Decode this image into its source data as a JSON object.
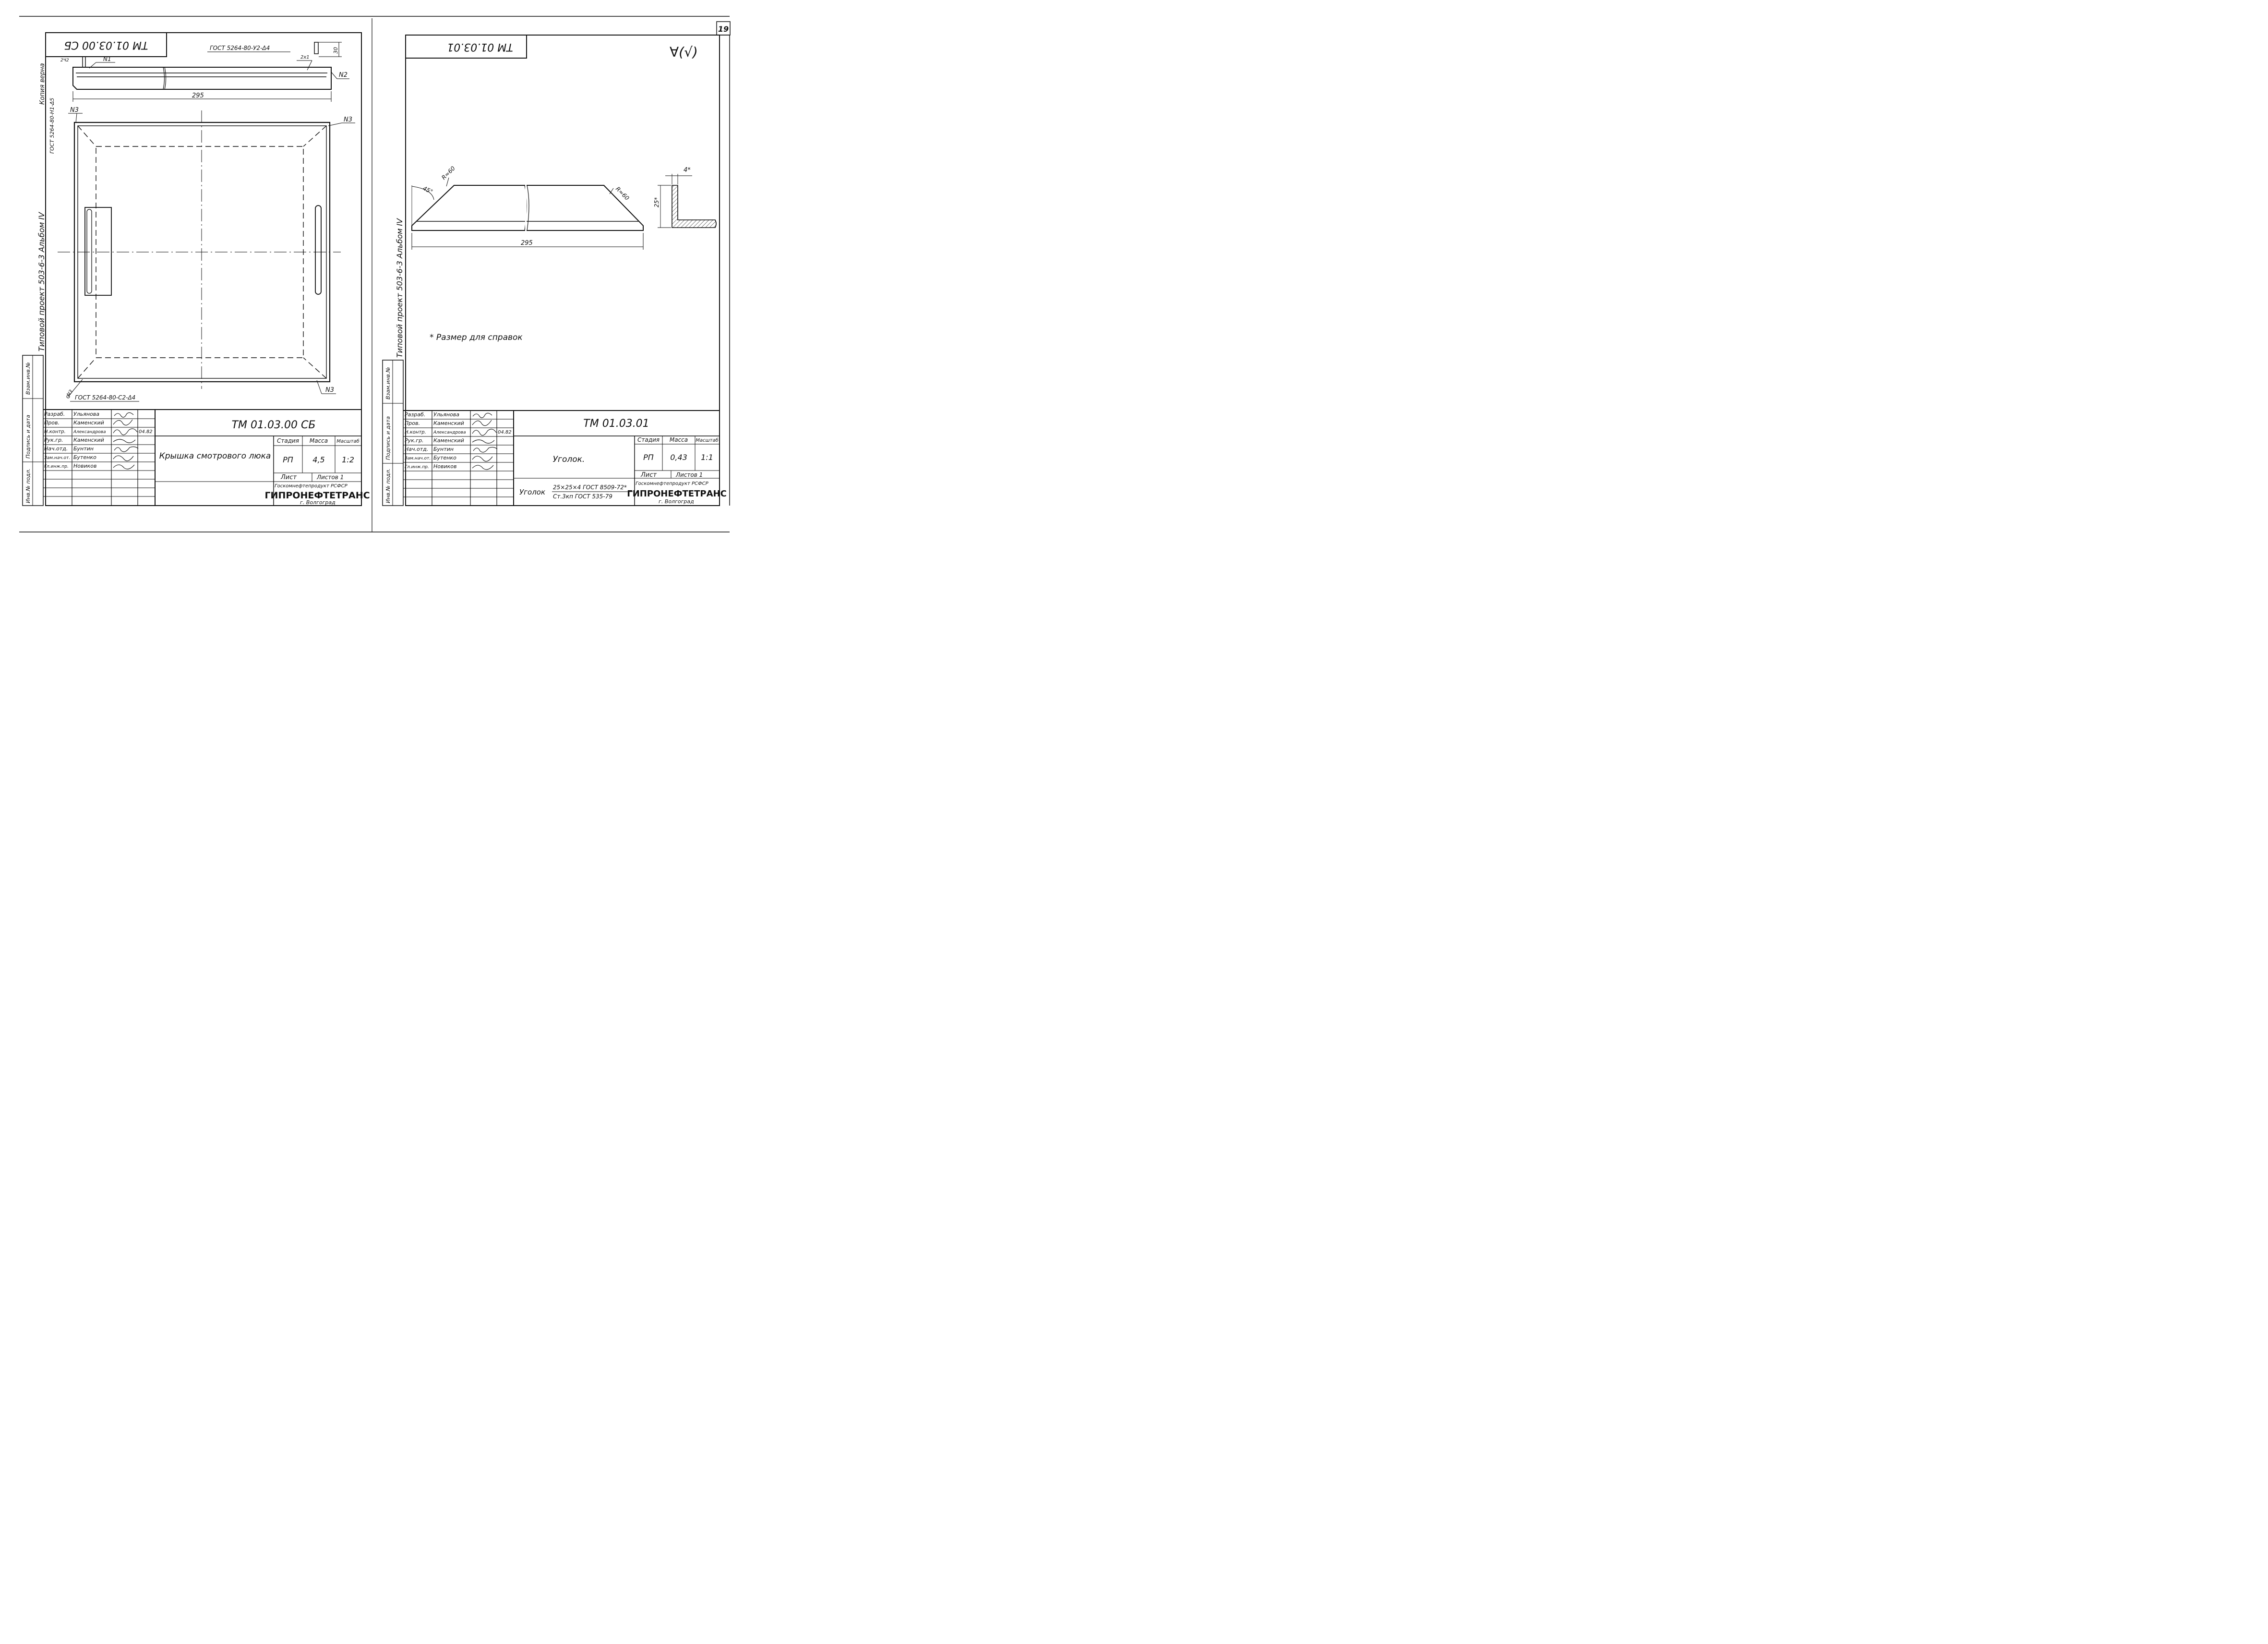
{
  "page_number": "19",
  "left_sheet": {
    "code_top": "ТМ 01.03.00 СБ",
    "weld_top": "ГОСТ 5264-80-У2-Δ4",
    "weld_top_sym": "2x1",
    "weld_left": "ГОСТ 5264-80-Н1-Δ5",
    "weld_left_sym": "2Ч2",
    "weld_bottom": "ГОСТ 5264-80-С2-Δ4",
    "copy_note": "Копия верна",
    "project_note": "Типовой проект 503-6-3 Альбом IV",
    "dim_295": "295",
    "dim_height": "30",
    "marks": {
      "n1": "N1",
      "n2": "N2",
      "n3": "N3"
    },
    "title": {
      "code": "ТМ 01.03.00 СБ",
      "name": "Крышка смотрового люка",
      "stage_h": "Стадия",
      "mass_h": "Масса",
      "scale_h": "Масштаб",
      "stage": "РП",
      "mass": "4,5",
      "scale": "1:2",
      "sheet": "Лист",
      "sheets": "Листов 1",
      "org": "Госкомнефтепродукт РСФСР",
      "org_big": "ГИПРОНЕФТЕТРАНС",
      "city": "г. Волгоград",
      "date": "04.82",
      "roles": [
        "Разраб.",
        "Пров.",
        "Н.контр.",
        "Рук.гр.",
        "Нач.отд.",
        "Зам.нач.от.",
        "Гл.инж.пр."
      ],
      "names": [
        "Ульянова",
        "Каменский",
        "Александрова",
        "Каменский",
        "Бунтин",
        "Бутенко",
        "Новиков"
      ]
    },
    "side_stamp": [
      "Инв.№ подл.",
      "Подпись и дата",
      "Взам.инв.№"
    ]
  },
  "right_sheet": {
    "code_top": "ТМ 01.03.01",
    "roughness": "∀(√)",
    "project_note": "Типовой проект 503-6-3 Альбом IV",
    "angle": "45°",
    "radius_left": "R≈60",
    "radius_right": "R≈60",
    "dim_295": "295",
    "dim_4": "4*",
    "dim_25": "25*",
    "note": "* Размер для справок",
    "title": {
      "code": "ТМ 01.03.01",
      "name": "Уголок.",
      "stage_h": "Стадия",
      "mass_h": "Масса",
      "scale_h": "Масштаб",
      "stage": "РП",
      "mass": "0,43",
      "scale": "1:1",
      "sheet": "Лист",
      "sheets": "Листов 1",
      "material_label": "Уголок",
      "material_top": "25×25×4 ГОСТ 8509-72*",
      "material_bottom": "Ст.3кп ГОСТ 535-79",
      "org": "Госкомнефтепродукт РСФСР",
      "org_big": "ГИПРОНЕФТЕТРАНС",
      "city": "г. Волгоград",
      "date": "04.82",
      "roles": [
        "Разраб.",
        "Пров.",
        "Н.контр.",
        "Рук.гр.",
        "Нач.отд.",
        "Зам.нач.от.",
        "Гл.инж.пр."
      ],
      "names": [
        "Ульянова",
        "Каменский",
        "Александрова",
        "Каменский",
        "Бунтин",
        "Бутенко",
        "Новиков"
      ]
    },
    "side_stamp": [
      "Инв.№ подл.",
      "Подпись и дата",
      "Взам.инв.№"
    ]
  }
}
